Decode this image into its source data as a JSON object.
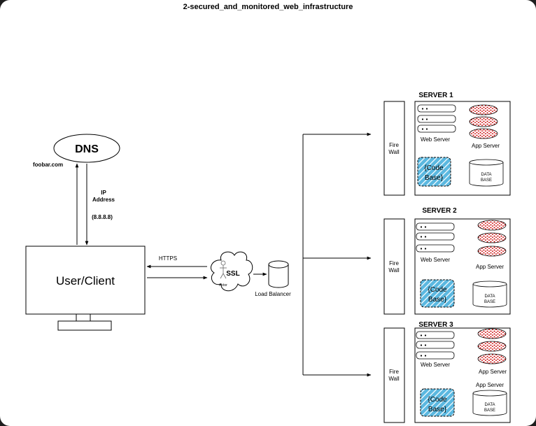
{
  "title": "2-secured_and_monitored_web_infrastructure",
  "dns": {
    "label": "DNS",
    "domain": "foobar.com"
  },
  "ip": {
    "line1": "IP",
    "line2": "Address",
    "value": "(8.8.8.8)"
  },
  "client": {
    "label": "User/Client"
  },
  "https_label": "HTTPS",
  "ssl": {
    "label": "SSL",
    "actor_label": "Actor"
  },
  "load_balancer": {
    "label": "Load Balancer"
  },
  "servers": [
    {
      "name": "SERVER 1",
      "firewall": [
        "Fire",
        "Wall"
      ],
      "web_server": "Web Server",
      "app_server": "App Server",
      "code_base": [
        "{Code",
        "Base}"
      ],
      "database": [
        "DATA",
        "BASE"
      ]
    },
    {
      "name": "SERVER 2",
      "firewall": [
        "Fire",
        "Wall"
      ],
      "web_server": "Web Server",
      "app_server": "App Server",
      "code_base": [
        "{Code",
        "Base}"
      ],
      "database": [
        "DATA",
        "BASE"
      ]
    },
    {
      "name": "SERVER 3",
      "firewall": [
        "Fire",
        "Wall"
      ],
      "web_server": "Web Server",
      "app_server": "App Server",
      "app_server_extra": "App Server",
      "code_base": [
        "{Code",
        "Base}"
      ],
      "database": [
        "DATA",
        "BASE"
      ]
    }
  ],
  "colors": {
    "dots": "#cc0000",
    "codebase_fill": "#5bb8e0",
    "stroke": "#000000",
    "background": "#ffffff"
  }
}
